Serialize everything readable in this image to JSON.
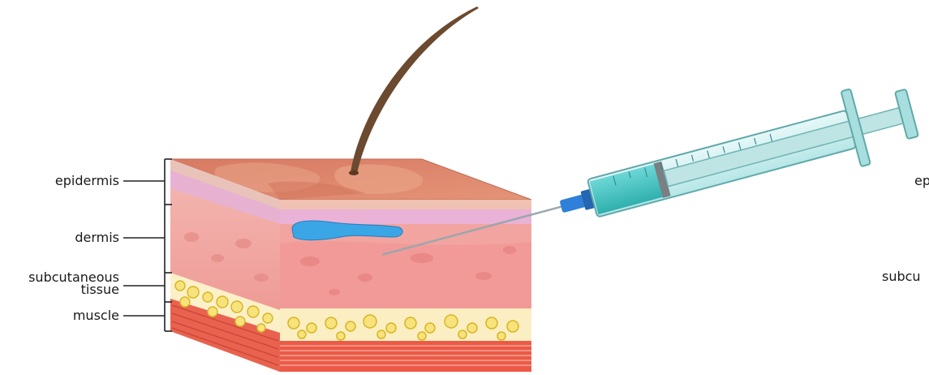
{
  "labels": {
    "epidermis": "epidermis",
    "dermis": "dermis",
    "subcutaneous_line1": "subcutaneous",
    "subcutaneous_line2": "tissue",
    "muscle": "muscle",
    "right_epidermis_partial": "ep",
    "right_subcutaneous_partial": "subcu"
  },
  "colors": {
    "skin_top": "#d9826a",
    "epidermis_band": "#e7b7b1",
    "dermis_front": "#f3a6a6",
    "subcutaneous_fat": "#f6e38c",
    "muscle": "#e85a4a",
    "syringe_barrel": "#cfeff0",
    "syringe_liquid": "#43c6c6",
    "needle_hub": "#2f80d8",
    "injected_fluid": "#3aa6e6",
    "hair": "#6b4a2f"
  },
  "icons": [
    "skin-cross-section",
    "syringe",
    "hair",
    "injected-fluid-bleb"
  ]
}
